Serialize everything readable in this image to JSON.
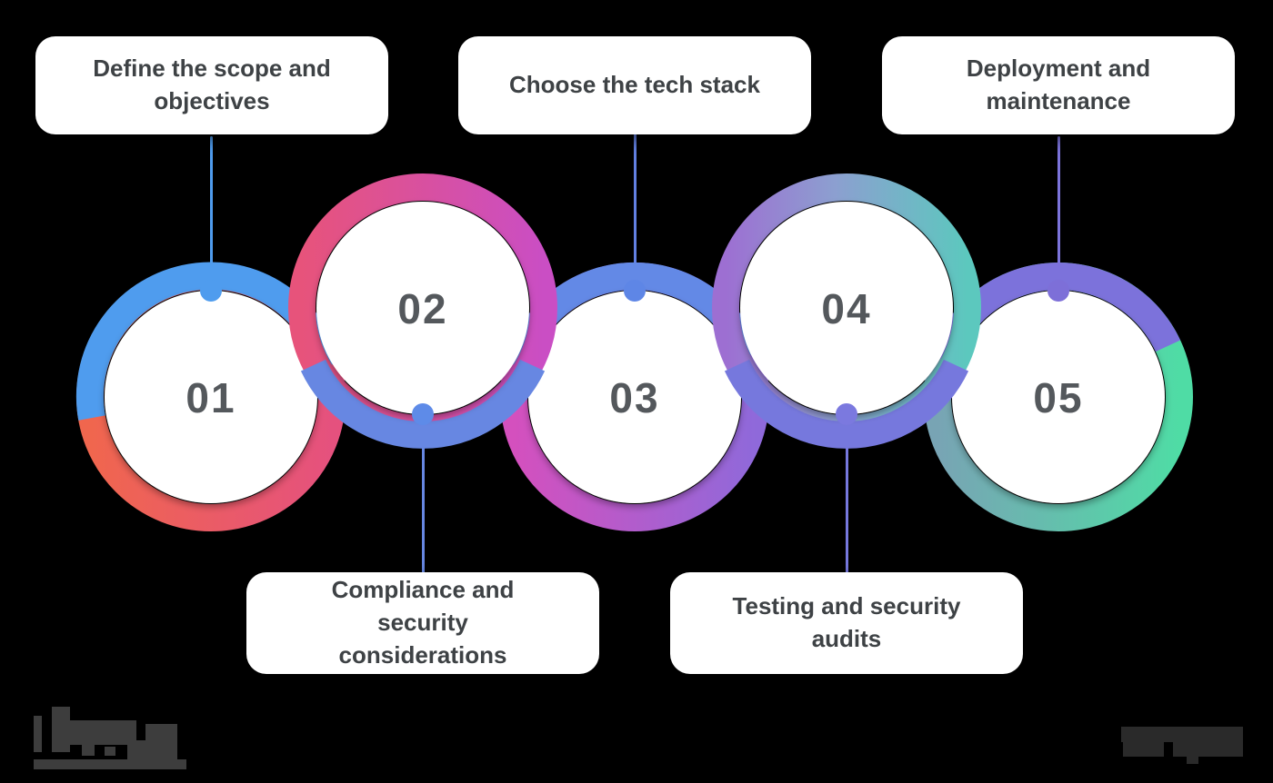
{
  "figure": {
    "type": "process-infographic",
    "step_count": 5
  },
  "steps": [
    {
      "number": "01",
      "label": "Define the scope and objectives",
      "label_position": "top",
      "ring_gradient": {
        "from": "#F0664E",
        "to": "#E5517E"
      },
      "accent_arc_color": "#4F9CEE",
      "connector_color": "#4F9CEE",
      "dot_color": "#4F9CEE"
    },
    {
      "number": "02",
      "label": "Compliance and security considerations",
      "label_position": "bottom",
      "ring_gradient": {
        "from": "#E7537B",
        "to": "#CA4EC4"
      },
      "accent_arc_color": "#6787E2",
      "connector_color": "#6787E2",
      "dot_color": "#5E8BE8"
    },
    {
      "number": "03",
      "label": "Choose the tech stack",
      "label_position": "top",
      "ring_gradient": {
        "from": "#D450BE",
        "to": "#8F69DA"
      },
      "accent_arc_color": "#6389E6",
      "connector_color": "#6280E2",
      "dot_color": "#5E86E6"
    },
    {
      "number": "04",
      "label": "Testing and security audits",
      "label_position": "bottom",
      "ring_gradient": {
        "from": "#9D6FD2",
        "mid": "#8C9FD0",
        "to": "#5CC8BE"
      },
      "accent_arc_color": "#7678DD",
      "connector_color": "#7678DD",
      "dot_color": "#7B79DF"
    },
    {
      "number": "05",
      "label": "Deployment and maintenance",
      "label_position": "top",
      "ring_gradient": {
        "from": "#78A4B4",
        "to": "#4FDCA5"
      },
      "accent_arc_color": "#7C72DB",
      "connector_color": "#7C74DC",
      "dot_color": "#7D6FD8"
    }
  ],
  "colors": {
    "background": "#000000",
    "card_bg": "#FFFFFF",
    "label_text": "#3E4245",
    "number_text": "#54585C"
  }
}
